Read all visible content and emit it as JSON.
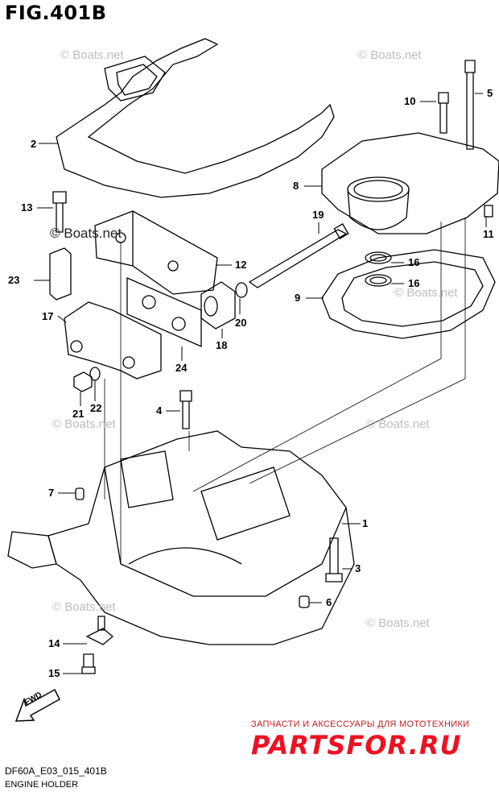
{
  "title": "FIG.401B",
  "watermark": "© Boats.net",
  "footer": {
    "code": "DF60A_E03_015_401B",
    "name": "ENGINE HOLDER"
  },
  "fwd_label": "FWD",
  "ad": {
    "tagline": "ЗАПЧАСТИ И АКСЕССУАРЫ ДЛЯ МОТОТЕХНИКИ",
    "logo": "PARTSFOR.RU"
  },
  "callouts": {
    "c1": "1",
    "c2": "2",
    "c3": "3",
    "c4": "4",
    "c5": "5",
    "c6": "6",
    "c7": "7",
    "c8": "8",
    "c9": "9",
    "c10": "10",
    "c11": "11",
    "c12": "12",
    "c13": "13",
    "c14": "14",
    "c15": "15",
    "c16a": "16",
    "c16b": "16",
    "c17": "17",
    "c18": "18",
    "c19": "19",
    "c20": "20",
    "c21": "21",
    "c22": "22",
    "c23": "23",
    "c24": "24"
  }
}
